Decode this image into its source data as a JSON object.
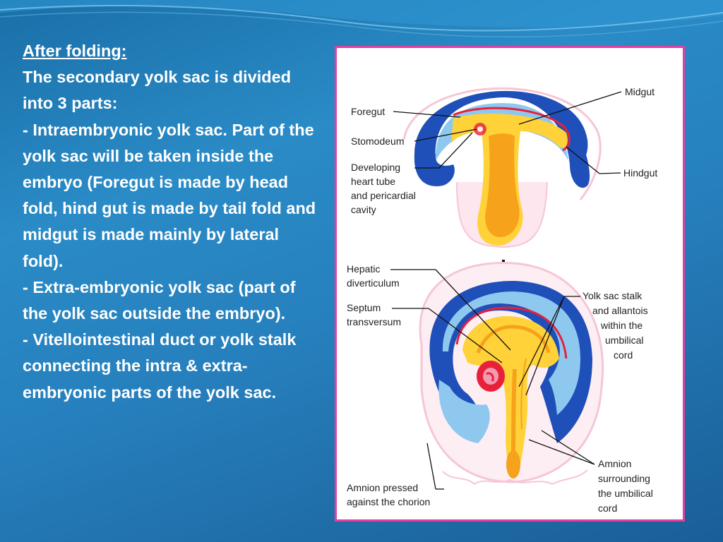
{
  "slide": {
    "heading": "After folding:",
    "paragraphs": [
      "The secondary yolk sac is divided into 3 parts:",
      "- Intraembryonic yolk sac. Part of the yolk sac will be taken inside the embryo (Foregut is made by head fold, hind gut is made by tail fold and midgut is made mainly by lateral fold).",
      "- Extra-embryonic yolk sac (part of the yolk sac outside the embryo).",
      "- Vitellointestinal duct or yolk stalk connecting the intra & extra- embryonic parts of the yolk sac."
    ]
  },
  "figure": {
    "labels": {
      "midgut": "Midgut",
      "foregut": "Foregut",
      "stomodeum": "Stomodeum",
      "hindgut": "Hindgut",
      "heart_1": "Developing",
      "heart_2": "heart tube",
      "heart_3": "and pericardial",
      "heart_4": "cavity",
      "hepatic_1": "Hepatic",
      "hepatic_2": "diverticulum",
      "septum_1": "Septum",
      "septum_2": "transversum",
      "stalk_1": "Yolk sac stalk",
      "stalk_2": "and allantois",
      "stalk_3": "within the",
      "stalk_4": "umbilical",
      "stalk_5": "cord",
      "amnion_1": "Amnion",
      "amnion_2": "surrounding",
      "amnion_3": "the umbilical",
      "amnion_4": "cord",
      "pressed_1": "Amnion pressed",
      "pressed_2": "against the chorion"
    },
    "colors": {
      "frame_border": "#e23fa0",
      "ectoderm_blue": "#1f4fb8",
      "mesoderm_light_blue": "#8fc8ef",
      "endoderm_yellow": "#ffd23a",
      "gut_orange": "#f7a21b",
      "heart_red": "#e8203a",
      "chorion_pink": "#f6c6d6"
    }
  }
}
